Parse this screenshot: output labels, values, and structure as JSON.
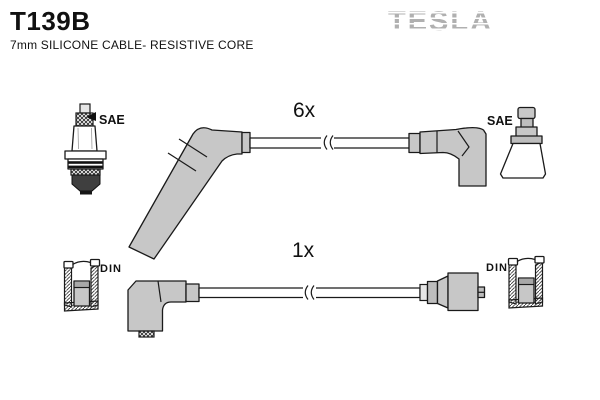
{
  "header": {
    "part_number": "T139B",
    "subtitle": "7mm SILICONE CABLE- RESISTIVE CORE",
    "brand": "TESLA"
  },
  "labels": {
    "sae_left": "SAE",
    "sae_right": "SAE",
    "din_left": "DIN",
    "din_right": "DIN",
    "count_six": "6x",
    "count_one": "1x"
  },
  "colors": {
    "boot_gray": "#c7c7c7",
    "outline_black": "#1a1a1a",
    "brand_gray": "#b0b0b0",
    "background": "#ffffff"
  }
}
